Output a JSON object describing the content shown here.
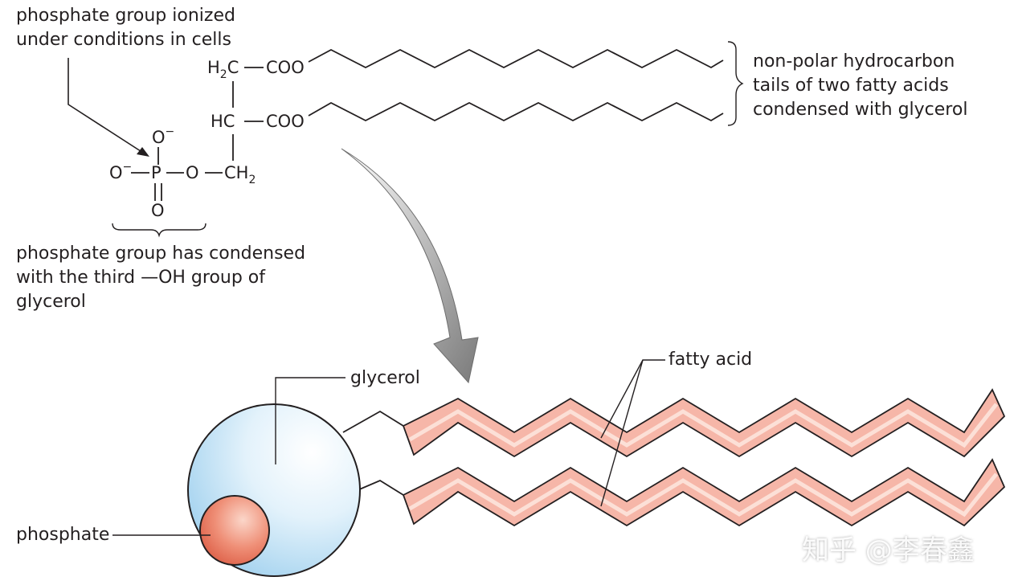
{
  "annotations": {
    "phosphate_ionized": [
      "phosphate group ionized",
      "under conditions in cells"
    ],
    "phosphate_condensed": [
      "phosphate group has condensed",
      "with the third —OH group of",
      "glycerol"
    ],
    "tails": [
      "non-polar hydrocarbon",
      "tails of two fatty acids",
      "condensed with glycerol"
    ]
  },
  "formula": {
    "ch2_top": "H",
    "ch2_top_C": "C",
    "ch": "HC",
    "ch2_bottom_C": "CH",
    "two": "2",
    "coo": "COO",
    "o": "O",
    "o_minus": "O",
    "p": "P",
    "minus": "−"
  },
  "model_labels": {
    "glycerol": "glycerol",
    "fatty_acid": "fatty acid",
    "phosphate": "phosphate"
  },
  "watermark": "知乎 @李春鑫",
  "colors": {
    "glycerol_fill": "#d8ecf8",
    "phosphate_fill": "#e8735d",
    "fatty_acid_fill": "#f6b6a8",
    "line": "#231f20"
  }
}
